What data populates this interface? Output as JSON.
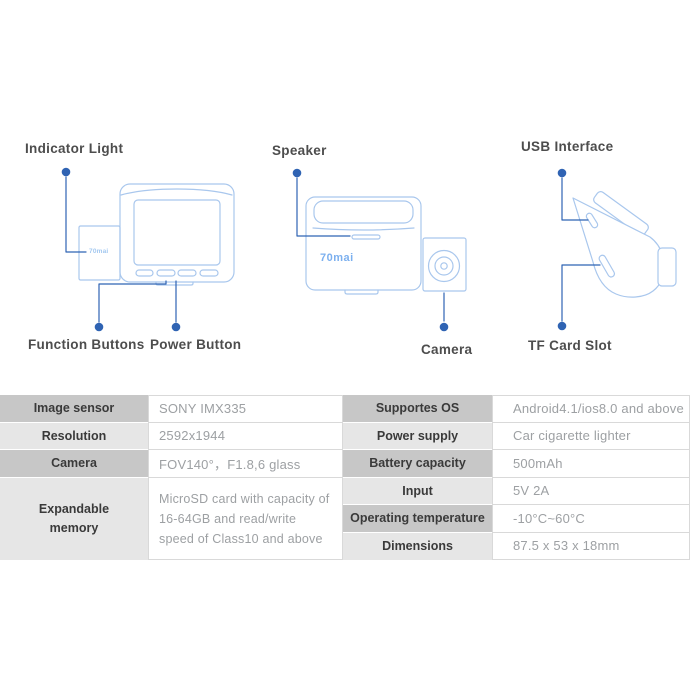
{
  "diagram": {
    "logo_text": "70mai",
    "labels": {
      "indicator_light": "Indicator Light",
      "function_buttons": "Function Buttons",
      "power_button": "Power Button",
      "speaker": "Speaker",
      "camera": "Camera",
      "usb_interface": "USB Interface",
      "tf_card_slot": "TF Card Slot"
    }
  },
  "spec_table": {
    "left_rows": [
      {
        "label": "Image sensor",
        "value": "SONY IMX335"
      },
      {
        "label": "Resolution",
        "value": "2592x1944"
      },
      {
        "label": "Camera",
        "value": "FOV140°，F1.8,6 glass"
      },
      {
        "label": "Expandable memory",
        "value": "MicroSD card with capacity of 16-64GB and read/write speed of Class10 and above"
      }
    ],
    "right_rows": [
      {
        "label": "Supportes OS",
        "value": "Android4.1/ios8.0 and above"
      },
      {
        "label": "Power supply",
        "value": "Car cigarette lighter"
      },
      {
        "label": "Battery capacity",
        "value": "500mAh"
      },
      {
        "label": "Input",
        "value": "5V  2A"
      },
      {
        "label": "Operating temperature",
        "value": "-10°C~60°C"
      },
      {
        "label": "Dimensions",
        "value": "87.5 x 53 x 18mm"
      }
    ]
  },
  "colors": {
    "accent_blue": "#2f63b3",
    "outline_blue": "#a9c7ed",
    "logo_blue": "#7cb0ef",
    "row_dark": "#c7c7c7",
    "row_light": "#e6e6e6",
    "table_label_text": "#3a3a3a",
    "table_value_text": "#9da0a3",
    "diagram_label_text": "#4d4d4d"
  }
}
